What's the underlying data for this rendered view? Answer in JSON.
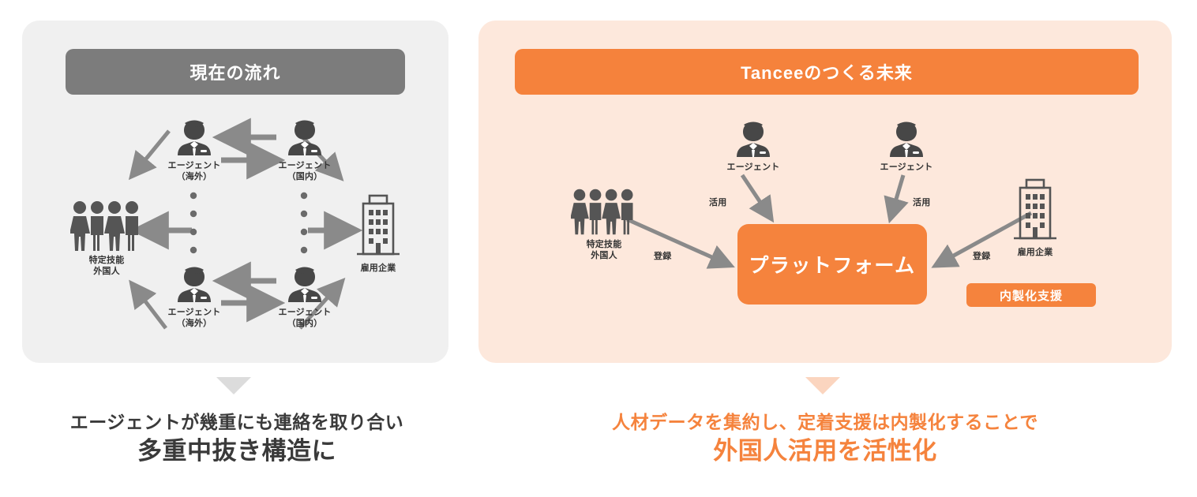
{
  "meta": {
    "colors": {
      "gray_panel_bg": "#f0f0f0",
      "gray_header_bg": "#7c7c7c",
      "orange_panel_bg": "#fde8dc",
      "orange_header_bg": "#f5823c",
      "accent_orange": "#f5833d",
      "icon_dark": "#4a4a4a",
      "arrow_gray": "#8a8a8a",
      "caption_gray": "#3a3a3a",
      "triangle_gray": "#dcdcdc",
      "triangle_orange": "#fbd5bf"
    }
  },
  "left": {
    "header": "現在の流れ",
    "nodes": {
      "workers": {
        "label": "特定技能\n外国人",
        "icon": "people-group-icon"
      },
      "agent_overseas_top": {
        "label": "エージェント\n（海外）",
        "icon": "businessperson-icon"
      },
      "agent_domestic_top": {
        "label": "エージェント\n（国内）",
        "icon": "businessperson-icon"
      },
      "agent_overseas_bottom": {
        "label": "エージェント\n（海外）",
        "icon": "businessperson-icon"
      },
      "agent_domestic_bottom": {
        "label": "エージェント\n（国内）",
        "icon": "businessperson-icon"
      },
      "company": {
        "label": "雇用企業",
        "icon": "office-building-icon"
      }
    },
    "caption": {
      "line1": "エージェントが幾重にも連絡を取り合い",
      "line2": "多重中抜き構造に"
    }
  },
  "right": {
    "header": "Tanceeのつくる未来",
    "nodes": {
      "workers": {
        "label": "特定技能\n外国人",
        "icon": "people-group-icon"
      },
      "agent_left": {
        "label": "エージェント",
        "icon": "businessperson-icon"
      },
      "agent_right": {
        "label": "エージェント",
        "icon": "businessperson-icon"
      },
      "company": {
        "label": "雇用企業",
        "icon": "office-building-icon"
      },
      "platform": {
        "label": "プラットフォーム"
      }
    },
    "flow_labels": {
      "workers_register": "登録",
      "agent_left_use": "活用",
      "agent_right_use": "活用",
      "company_register": "登録"
    },
    "badge": "内製化支援",
    "caption": {
      "line1": "人材データを集約し、定着支援は内製化することで",
      "line2": "外国人活用を活性化"
    }
  }
}
